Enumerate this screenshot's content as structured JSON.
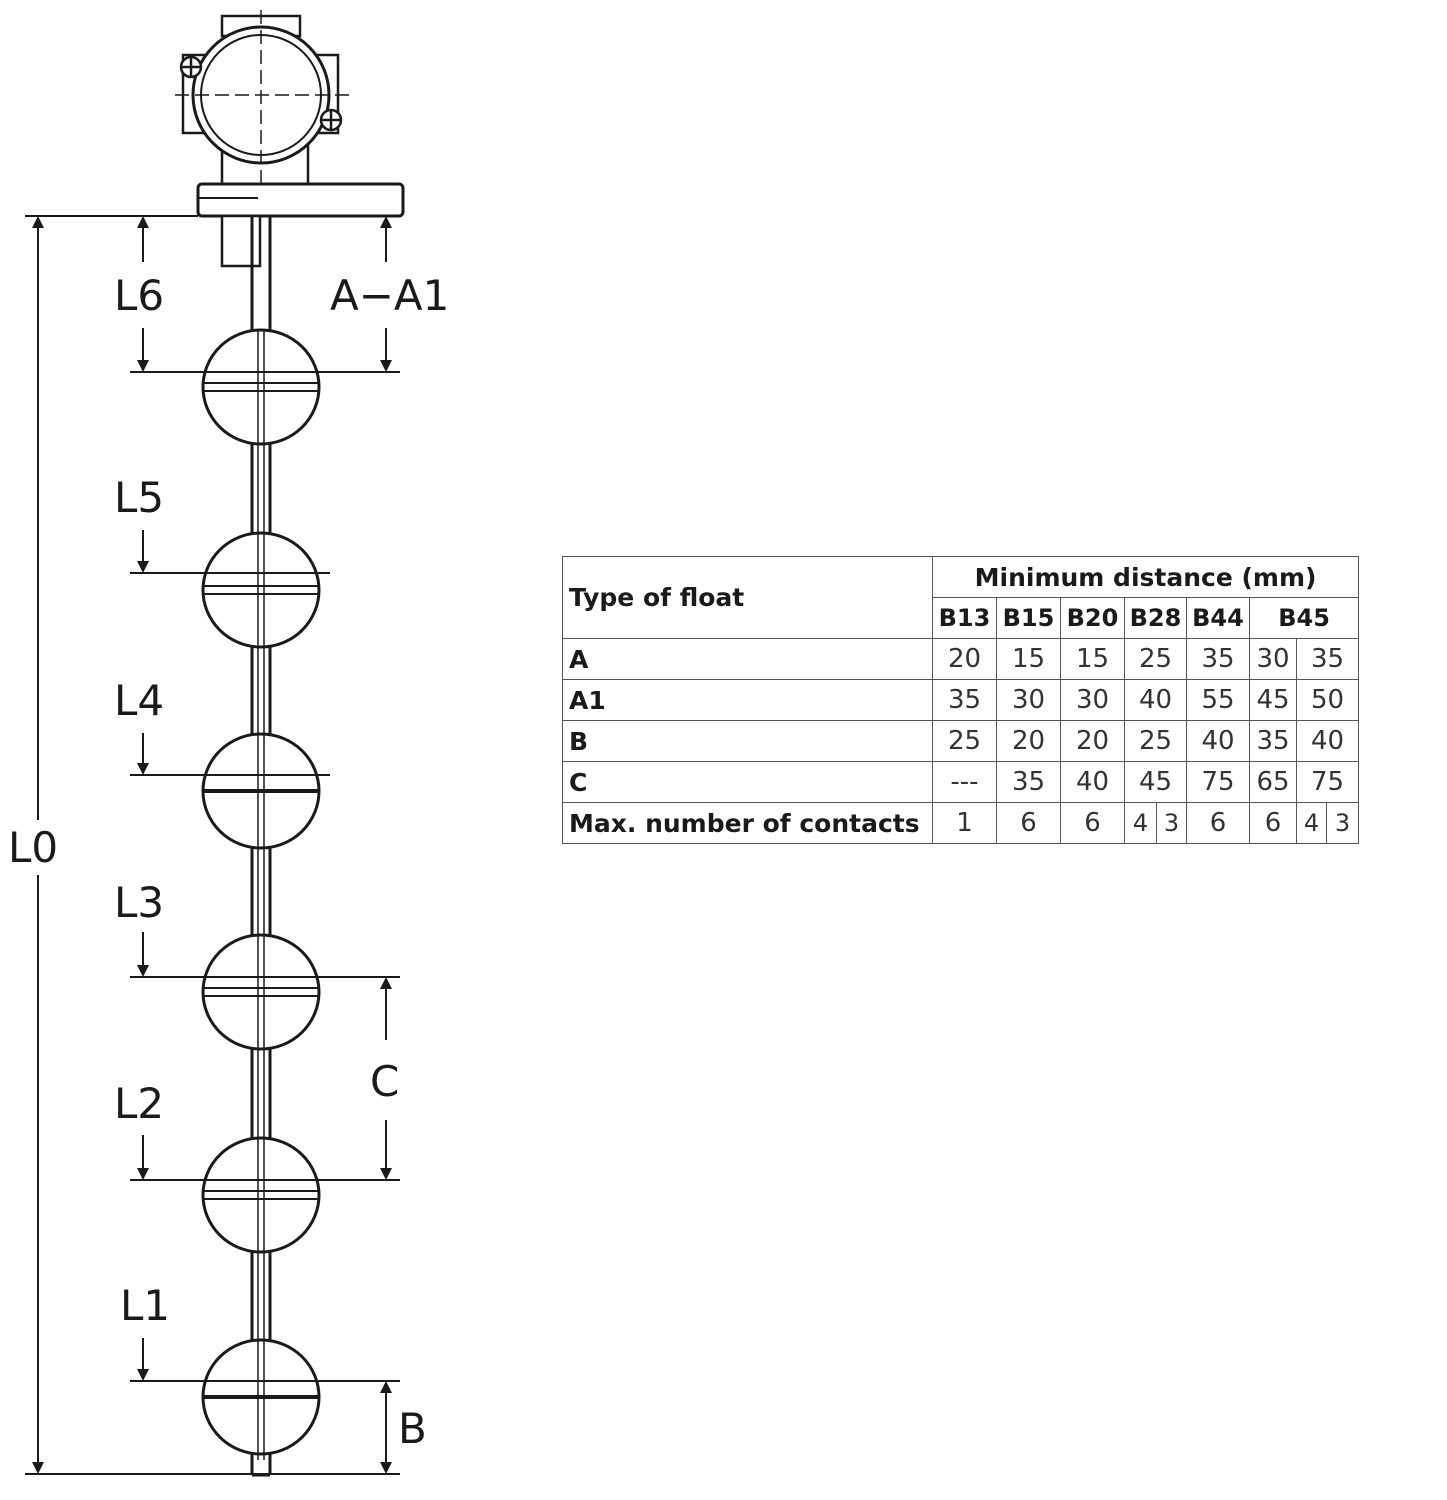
{
  "diagram": {
    "labels": {
      "l0": "L0",
      "l1": "L1",
      "l2": "L2",
      "l3": "L3",
      "l4": "L4",
      "l5": "L5",
      "l6": "L6",
      "a_a1": "A−A1",
      "c": "C",
      "b": "B"
    }
  },
  "table": {
    "type_header": "Type of float",
    "group_header": "Minimum distance (mm)",
    "columns": [
      "B13",
      "B15",
      "B20",
      "B28",
      "B44",
      "B45"
    ],
    "rows": [
      {
        "label": "A",
        "cells": [
          "20",
          "15",
          "15",
          "25",
          "35",
          "30",
          "35"
        ]
      },
      {
        "label": "A1",
        "cells": [
          "35",
          "30",
          "30",
          "40",
          "55",
          "45",
          "50"
        ]
      },
      {
        "label": "B",
        "cells": [
          "25",
          "20",
          "20",
          "25",
          "40",
          "35",
          "40"
        ]
      },
      {
        "label": "C",
        "cells": [
          "---",
          "35",
          "40",
          "45",
          "75",
          "65",
          "75"
        ]
      }
    ],
    "contacts": {
      "label": "Max. number of contacts",
      "b13": "1",
      "b15": "6",
      "b20": "6",
      "b28_a": "4",
      "b28_b": "3",
      "b44": "6",
      "b45_a": "6",
      "b45_b": "4",
      "b45_c": "3"
    }
  }
}
